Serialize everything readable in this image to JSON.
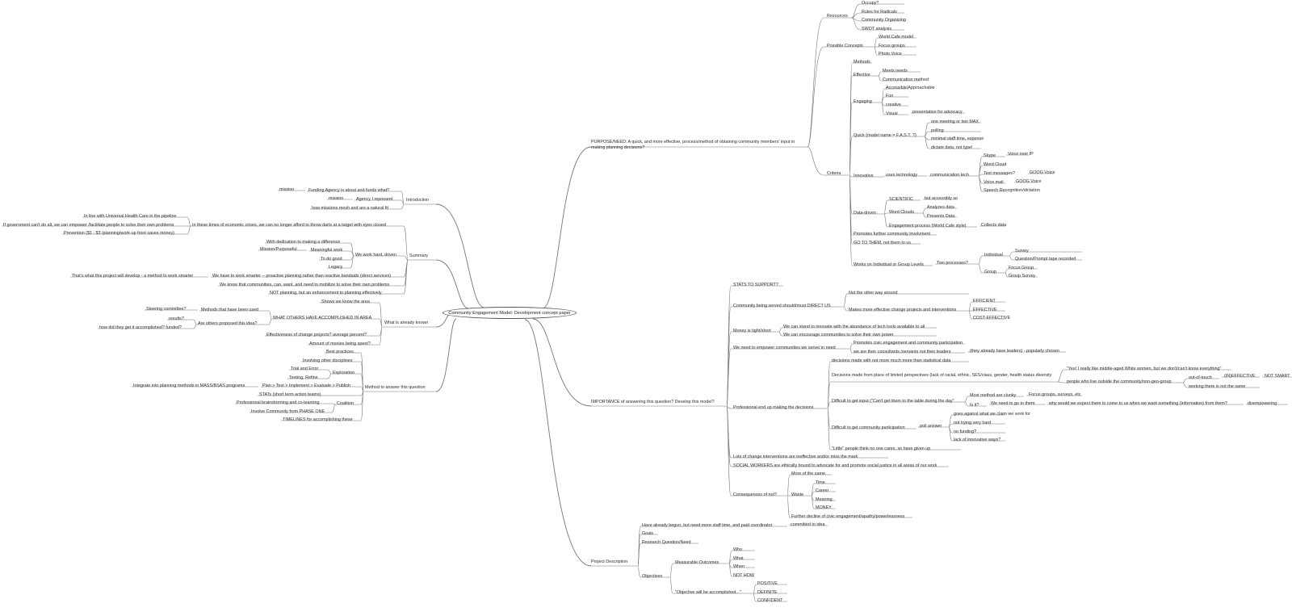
{
  "mindmap": {
    "root": "Community  Engagement Model:  Development concept paper",
    "line_color": "#777777",
    "text_color": "#2a2a2a",
    "branches": {
      "purpose": {
        "label": "PURPOSE/NEED: A quick, and more effective, process/method of obtaining community members' input in making planning decisions?",
        "resources": {
          "label": "Resources",
          "items": [
            "Occupy?",
            "Rules for Radicals",
            "Community Organizing",
            "SWOT analysis"
          ]
        },
        "concepts": {
          "label": "Possible Concepts",
          "items": [
            "World Cafe model",
            "Focus groups",
            "Photo Voice"
          ]
        },
        "criteria": {
          "label": "Criteria",
          "methods": "Methods",
          "effective": {
            "label": "Effective",
            "items": [
              "Meets needs",
              "Communication method"
            ]
          },
          "engaging": {
            "label": "Engaging",
            "items": [
              "Accessible/Approachable",
              "Fun",
              "creative",
              "Visual"
            ],
            "visual_sub": "presentation for advocacy"
          },
          "quick": {
            "label": "Quick (model name = F.A.S.T. ?)",
            "items": [
              "one meeting or two MAX",
              "polling",
              "minimal staff time, expense",
              "dictate data, not type!"
            ]
          },
          "innovative": {
            "label": "Innovative",
            "uses_tech": "uses technology",
            "comm_tech": "communication tech",
            "items": [
              "Skype",
              "Word Cloud",
              "Text messages?",
              "Voice mail",
              "Speech Recognition/dictation"
            ],
            "skype_sub": "Voice over IP",
            "text_sub": "GOOG Voice",
            "voice_sub": "GOOG Voice"
          },
          "data_driven": {
            "label": "Data-driven",
            "scientific": "SCIENTIFIC",
            "scientific_sub": "but accessibly so",
            "word_clouds": "Word Clouds",
            "word_clouds_items": [
              "Analyzes data",
              "Presents Data"
            ],
            "engagement": "Engagement process (World Cafe style)",
            "engagement_sub": "Collects data"
          },
          "promotes": "Promotes further community involvment",
          "go_to": "GO TO THEM, not them to us",
          "works": "Works on Individual or Group Levels",
          "two_proc": "Two processes?",
          "individual": "Individual",
          "individual_items": [
            "Survey",
            "Question/Prompt tape recorded"
          ],
          "group": "Group",
          "group_items": [
            "Focus Group",
            "Group Survey"
          ]
        }
      },
      "importance": {
        "label": "IMPORTANCE of answering this question? Develop this model?",
        "stats": "STATS TO SUPPORT?",
        "community": {
          "label": "Community being served should/must DIRECT US",
          "items": [
            "Not the other way around",
            "Makes more effective change projects and interventions"
          ],
          "sub": [
            "EFFICIENT",
            "EFFECTIVE",
            "COST-EFFECTIVE"
          ]
        },
        "money": {
          "label": "Money is tight/short",
          "items": [
            "We can stand to innovate with the abundance of tech tools available to all",
            "We can encourage communities to  solve their own power"
          ]
        },
        "empower": {
          "label": "We need to empower communities  we serve/ in need",
          "items": [
            "Promotes civic engagement and community participation",
            "we are their consultants /servants not their leaders"
          ],
          "sub": "(they already have leaders) -  popularly chosen"
        },
        "professional": {
          "label": "Professional end up making the decisions",
          "stat": "decisions made with not more  much more than statistical data",
          "limited": "Decisions made from place of limited perspectives (lack of racial, ethnic, SES/class, gender, health status diversity",
          "quote": "\"Yes! I really like middle-aged White women, but we don't/can't know everything\"",
          "outside": "people who live outside the community/non-geo-group",
          "touch": "out-of-touch",
          "ineffective": "(IN)EFFECTIVE",
          "not_smart": "NOT SMART",
          "working": "working there is not the same",
          "difficult_input": "Difficult to get input (\"Can't get them to the table during the day\"",
          "clunky": "Most method are clunky",
          "focus": "Focus groups, surveys, etc",
          "is_it": "Is it?",
          "go_to": "We need to go to them",
          "why": "why would we expect them to come to us when we want something (information) from them?",
          "disempowering": "disempowering",
          "participation": "Difficult to get community participation",
          "poll": "poll answer",
          "poll_items": [
            "goes against what we claim we work for",
            "not trying very hard",
            "no funding?",
            "lack of innovative ways?"
          ],
          "little": "\"Little\" people think no one cares, so have given up"
        },
        "lots": "Lots of change interventions are ineffective and/or miss the mark",
        "social": "SOCIAL WORKERS are ethically bound to advocate for and promote social justice in all areas of our work",
        "consequences": {
          "label": "Consequences of not?",
          "more": "More of the same",
          "waste": "Waste",
          "waste_items": [
            "Time",
            "Career",
            "Meaning",
            "MONEY"
          ],
          "decline": "Further decline of civic engagement/apathy/powerlessness"
        }
      },
      "project": {
        "label": "Project Description",
        "begun": "Have already begun, but need more staff time, and paid coordinator",
        "committed": "committed to idea",
        "goals": "Goals",
        "research": "Research Question/Need",
        "objectives": "Objectives",
        "measurable": "Measurable Outcomes",
        "measurable_items": [
          "Who",
          "What",
          "When",
          "NOT HOW"
        ],
        "objective_will": "\"Objective will be accomplished...\"",
        "objective_items": [
          "POSITIVE",
          "DEFINITE",
          "CONFIDENT"
        ]
      },
      "introduction": {
        "label": "Introduction",
        "funding": "Funding Agency  is about and funds what?",
        "funding_sub": "mission",
        "agency": "Agency I represent",
        "agency_sub": "mission",
        "mesh": "how missions mesh and are a natural fit"
      },
      "summary": {
        "label": "Summary",
        "crisis": "In these times of economic crises, we can no longer afford to throw darts at a target with eyes closed",
        "crisis_items": [
          "In line with Universal Health Care in the pipeline",
          "If government can't do all, we can empower /facilitate people to solve their own problems",
          "Prevention ($1 : $3 /planning/work-up front saves money)"
        ],
        "hard": "We work hard, driven",
        "hard_items": [
          "With dedication to making a difference",
          "Meaningful work",
          "To do good",
          "Legacy"
        ],
        "mission": "Mission/Purposeful",
        "smarter": "We have to work smarter -- proactive  planning rather than reactive bandaids (direct services)",
        "smarter_sub": "That's what this project will develop - a method to work smarter",
        "know": "We know that communities, can, want, and need to mobilize to solve their own problems",
        "not_planning": "NOT planning, but an enhancement to planning effectively"
      },
      "known": {
        "label": "What is already known",
        "shows": "Shows we know the area",
        "others": "WHAT OTHERS HAVE ACCOMPLISHED IN AREA",
        "methods_used": "Methods that have been used",
        "steering": "Steering committee?",
        "proposed": "Are others proposed this idea?",
        "results": "results?",
        "how": "how did they get it accomplished? funded?",
        "effectiveness": "Effectiveness of change projects?  average percent?",
        "amount": "Amount of monies being spent?"
      },
      "method": {
        "label": "Method to answer this question",
        "best": "Best practices",
        "involving": "Involving other disciplines",
        "exploration": "Exploration",
        "exploration_items": [
          "Trial and Error",
          "Testing, Refine"
        ],
        "plan": "Plan > Test > Implement > Evaluate > Publish",
        "integrate": "Integrate into planning methods in MASS/BSAS programs",
        "stats": "STATs (short term action teams)",
        "coalition": "Coalition",
        "coalition_items": [
          "Professional brainstorming and co-learning",
          "Involve Community from PHASE ONE"
        ],
        "timelines": "TIMELINES for accomplishing these"
      }
    }
  }
}
